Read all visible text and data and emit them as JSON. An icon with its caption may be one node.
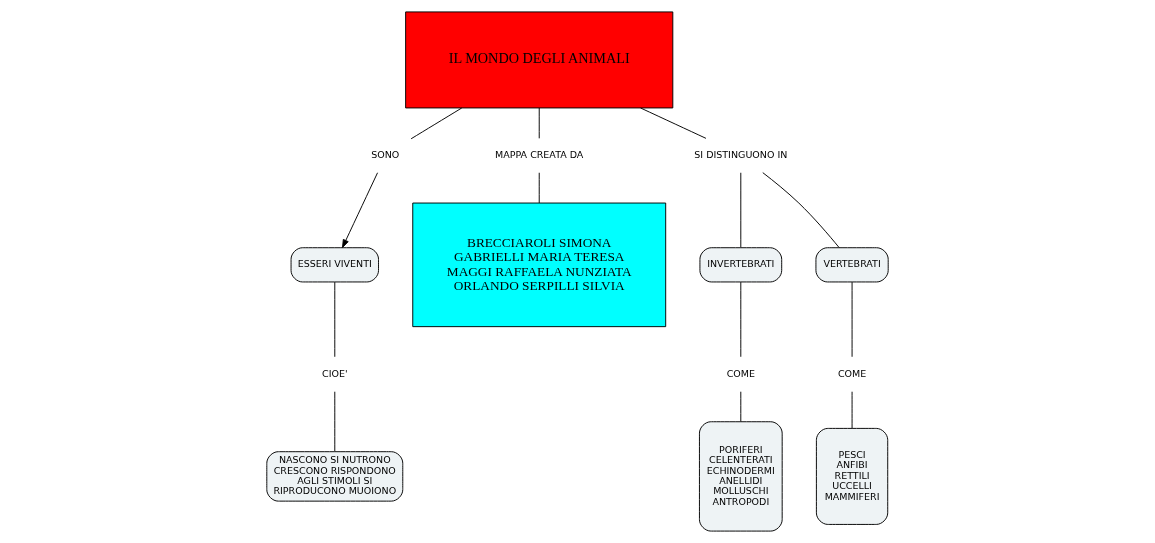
{
  "diagram": {
    "nodes": [
      {
        "text": [
          "ESSERI VIVENTI"
        ]
      },
      {
        "text": [
          "SONO"
        ]
      },
      {
        "text": [
          "IL MONDO DEGLI ANIMALI"
        ]
      },
      {
        "text": [
          "MAPPA CREATA DA"
        ]
      },
      {
        "text": [
          "BRECCIAROLI SIMONA GABRIELLI MARIA TERESA MAGGI RAFFAELA NUNZIATA ORLANDO SERPILLI SILVIA"
        ]
      },
      {
        "text": [
          "CIOE'"
        ]
      },
      {
        "text": [
          "NASCONO SI NUTRONO CRESCONO RISPONDONO AGLI STIMOLI SI RIPRODUCONO MUOIONO"
        ]
      },
      {
        "text": [
          "SI DISTINGUONO IN"
        ]
      },
      {
        "text": [
          "INVERTEBRATI"
        ]
      },
      {
        "text": [
          "VERTEBRATI"
        ]
      },
      {
        "text": [
          "COME"
        ]
      },
      {
        "text": [
          "PORIFERI CELENTERATI ECHINODERMI ANELLIDI MOLLUSCHI ANTROPODI"
        ]
      },
      {
        "text": [
          "COME"
        ]
      },
      {
        "text": [
          "PESCI ANFIBI RETTILI UCCELLI MAMMIFERI"
        ]
      }
    ],
    "edges": [
      {
        "from": 2,
        "to": 1,
        "arrow": "none"
      },
      {
        "from": 1,
        "to": 0,
        "arrow": "to"
      },
      {
        "from": 0,
        "to": 5,
        "arrow": "none"
      },
      {
        "from": 5,
        "to": 6,
        "arrow": "none"
      },
      {
        "from": 2,
        "to": 3,
        "arrow": "none"
      },
      {
        "from": 3,
        "to": 4,
        "arrow": "none"
      },
      {
        "from": 2,
        "to": 7,
        "arrow": "none"
      },
      {
        "from": 7,
        "to": 8,
        "arrow": "none"
      },
      {
        "from": 7,
        "to": 9,
        "arrow": "none"
      },
      {
        "from": 8,
        "to": 10,
        "arrow": "none"
      },
      {
        "from": 10,
        "to": 11,
        "arrow": "none"
      },
      {
        "from": 9,
        "to": 12,
        "arrow": "none"
      },
      {
        "from": 12,
        "to": 13,
        "arrow": "none"
      }
    ]
  }
}
